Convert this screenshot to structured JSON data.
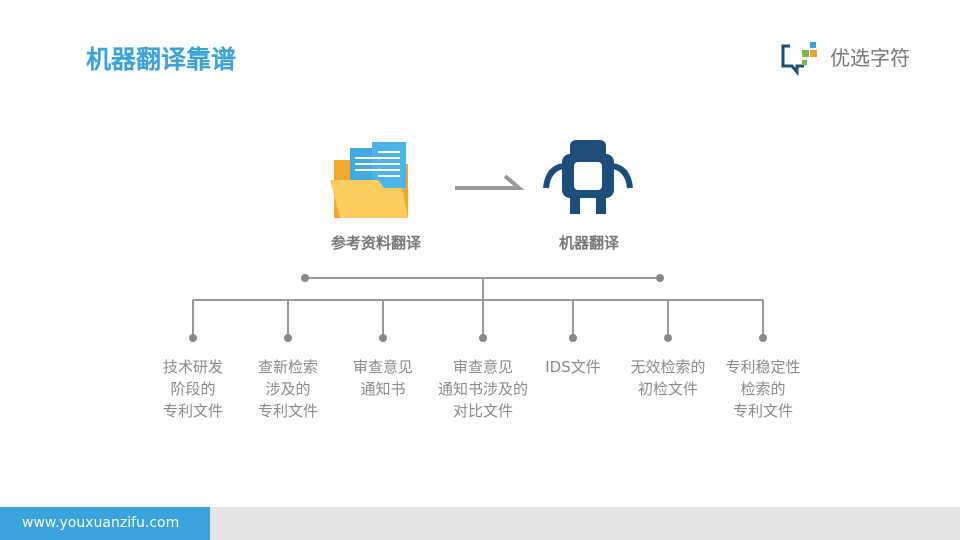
{
  "header": {
    "title": "机器翻译靠谱",
    "logo_text": "优选字符"
  },
  "flow": {
    "source_label": "参考资料翻译",
    "target_label": "机器翻译"
  },
  "branches": [
    {
      "lines": [
        "技术研发",
        "阶段的",
        "专利文件"
      ]
    },
    {
      "lines": [
        "查新检索",
        "涉及的",
        "专利文件"
      ]
    },
    {
      "lines": [
        "审查意见",
        "通知书"
      ]
    },
    {
      "lines": [
        "审查意见",
        "通知书涉及的",
        "对比文件"
      ]
    },
    {
      "lines": [
        "IDS文件"
      ]
    },
    {
      "lines": [
        "无效检索的",
        "初检文件"
      ]
    },
    {
      "lines": [
        "专利稳定性",
        "检索的",
        "专利文件"
      ]
    }
  ],
  "footer": {
    "url": "www.youxuanzifu.com"
  },
  "colors": {
    "accent": "#3aa3dd",
    "robot": "#1d4e7a",
    "folder": "#f7c95a"
  }
}
